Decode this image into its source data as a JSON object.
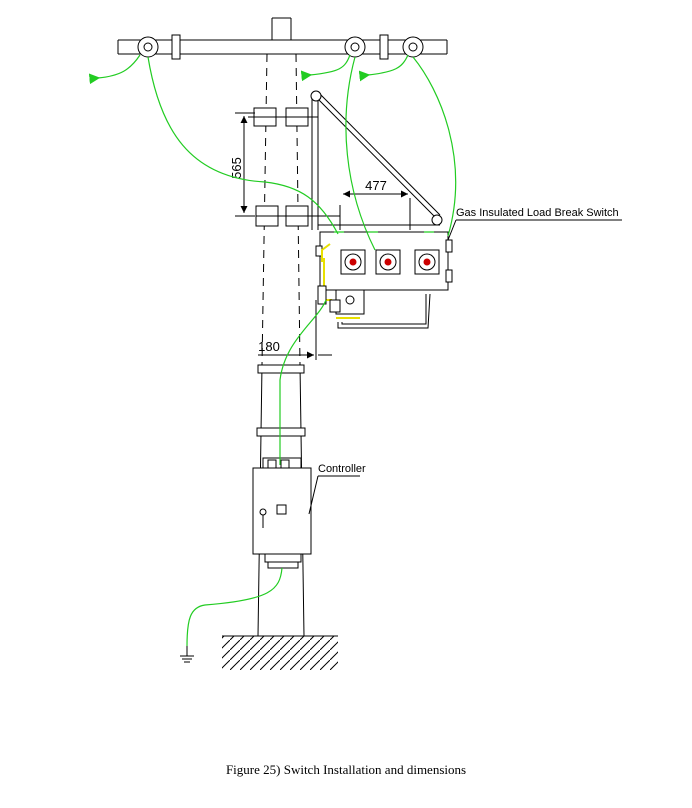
{
  "labels": {
    "switch": "Gas Insulated Load Break Switch",
    "controller": "Controller",
    "dim_height": "565",
    "dim_arm": "477",
    "dim_offset": "180"
  },
  "caption": "Figure 25) Switch Installation and dimensions",
  "colors": {
    "line": "#000000",
    "ground_wire": "#22cc22",
    "bracket": "#e8e000",
    "flange_red": "#cc0000"
  }
}
